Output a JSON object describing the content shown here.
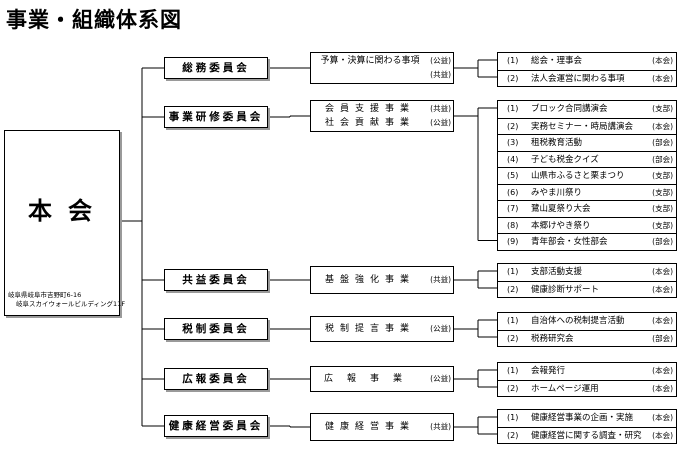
{
  "title": "事業・組織体系図",
  "main": {
    "title": "本会",
    "address_line1": "岐阜県岐阜市吉野町6-16",
    "address_line2": "岐阜スカイウォールビルディング11F"
  },
  "committees": [
    {
      "name": "総務委員会",
      "business": [
        {
          "name": "予算・決算に関わる事項",
          "tag": "(公益)"
        },
        {
          "name": "",
          "tag": "(共益)"
        }
      ],
      "items": [
        {
          "num": "(1)",
          "text": "総会・理事会",
          "tag": "(本会)"
        },
        {
          "num": "(2)",
          "text": "法人会運営に関わる事項",
          "tag": "(本会)"
        }
      ]
    },
    {
      "name": "事業研修委員会",
      "business": [
        {
          "name": "会員支援事業",
          "tag": "(共益)"
        },
        {
          "name": "社会貢献事業",
          "tag": "(公益)"
        }
      ],
      "items": [
        {
          "num": "(1)",
          "text": "ブロック合同講演会",
          "tag": "(支部)"
        },
        {
          "num": "(2)",
          "text": "実務セミナー・時局講演会",
          "tag": "(本会)"
        },
        {
          "num": "(3)",
          "text": "租税教育活動",
          "tag": "(部会)"
        },
        {
          "num": "(4)",
          "text": "子ども税金クイズ",
          "tag": "(部会)"
        },
        {
          "num": "(5)",
          "text": "山県市ふるさと栗まつり",
          "tag": "(支部)"
        },
        {
          "num": "(6)",
          "text": "みやま川祭り",
          "tag": "(支部)"
        },
        {
          "num": "(7)",
          "text": "鷺山夏祭り大会",
          "tag": "(支部)"
        },
        {
          "num": "(8)",
          "text": "本郷けやき祭り",
          "tag": "(支部)"
        },
        {
          "num": "(9)",
          "text": "青年部会・女性部会",
          "tag": "(部会)"
        }
      ]
    },
    {
      "name": "共益委員会",
      "business": [
        {
          "name": "基盤強化事業",
          "tag": "(共益)"
        }
      ],
      "items": [
        {
          "num": "(1)",
          "text": "支部活動支援",
          "tag": "(本会)"
        },
        {
          "num": "(2)",
          "text": "健康診断サポート",
          "tag": "(本会)"
        }
      ]
    },
    {
      "name": "税制委員会",
      "business": [
        {
          "name": "税制提言事業",
          "tag": "(公益)"
        }
      ],
      "items": [
        {
          "num": "(1)",
          "text": "自治体への税制提言活動",
          "tag": "(本会)"
        },
        {
          "num": "(2)",
          "text": "税務研究会",
          "tag": "(部会)"
        }
      ]
    },
    {
      "name": "広報委員会",
      "business": [
        {
          "name": "広報事業",
          "tag": "(公益)"
        }
      ],
      "items": [
        {
          "num": "(1)",
          "text": "会報発行",
          "tag": "(本会)"
        },
        {
          "num": "(2)",
          "text": "ホームページ運用",
          "tag": "(本会)"
        }
      ]
    },
    {
      "name": "健康経営委員会",
      "business": [
        {
          "name": "健康経営事業",
          "tag": "(共益)"
        }
      ],
      "items": [
        {
          "num": "(1)",
          "text": "健康経営事業の企画・実施",
          "tag": "(本会)"
        },
        {
          "num": "(2)",
          "text": "健康経営に関する調査・研究",
          "tag": "(本会)"
        }
      ]
    }
  ]
}
